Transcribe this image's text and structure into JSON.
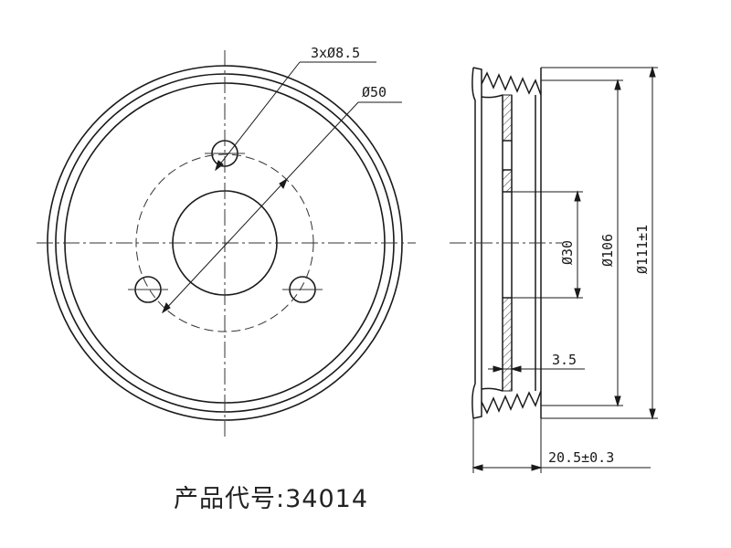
{
  "labels": {
    "bolt_holes": "3xØ8.5",
    "pcd": "Ø50",
    "bore": "Ø30",
    "groove_dia": "Ø106",
    "outer_dia": "Ø111±1",
    "thickness": "3.5",
    "width": "20.5±0.3"
  },
  "caption": {
    "label": "产品代号:",
    "code": "34014"
  }
}
